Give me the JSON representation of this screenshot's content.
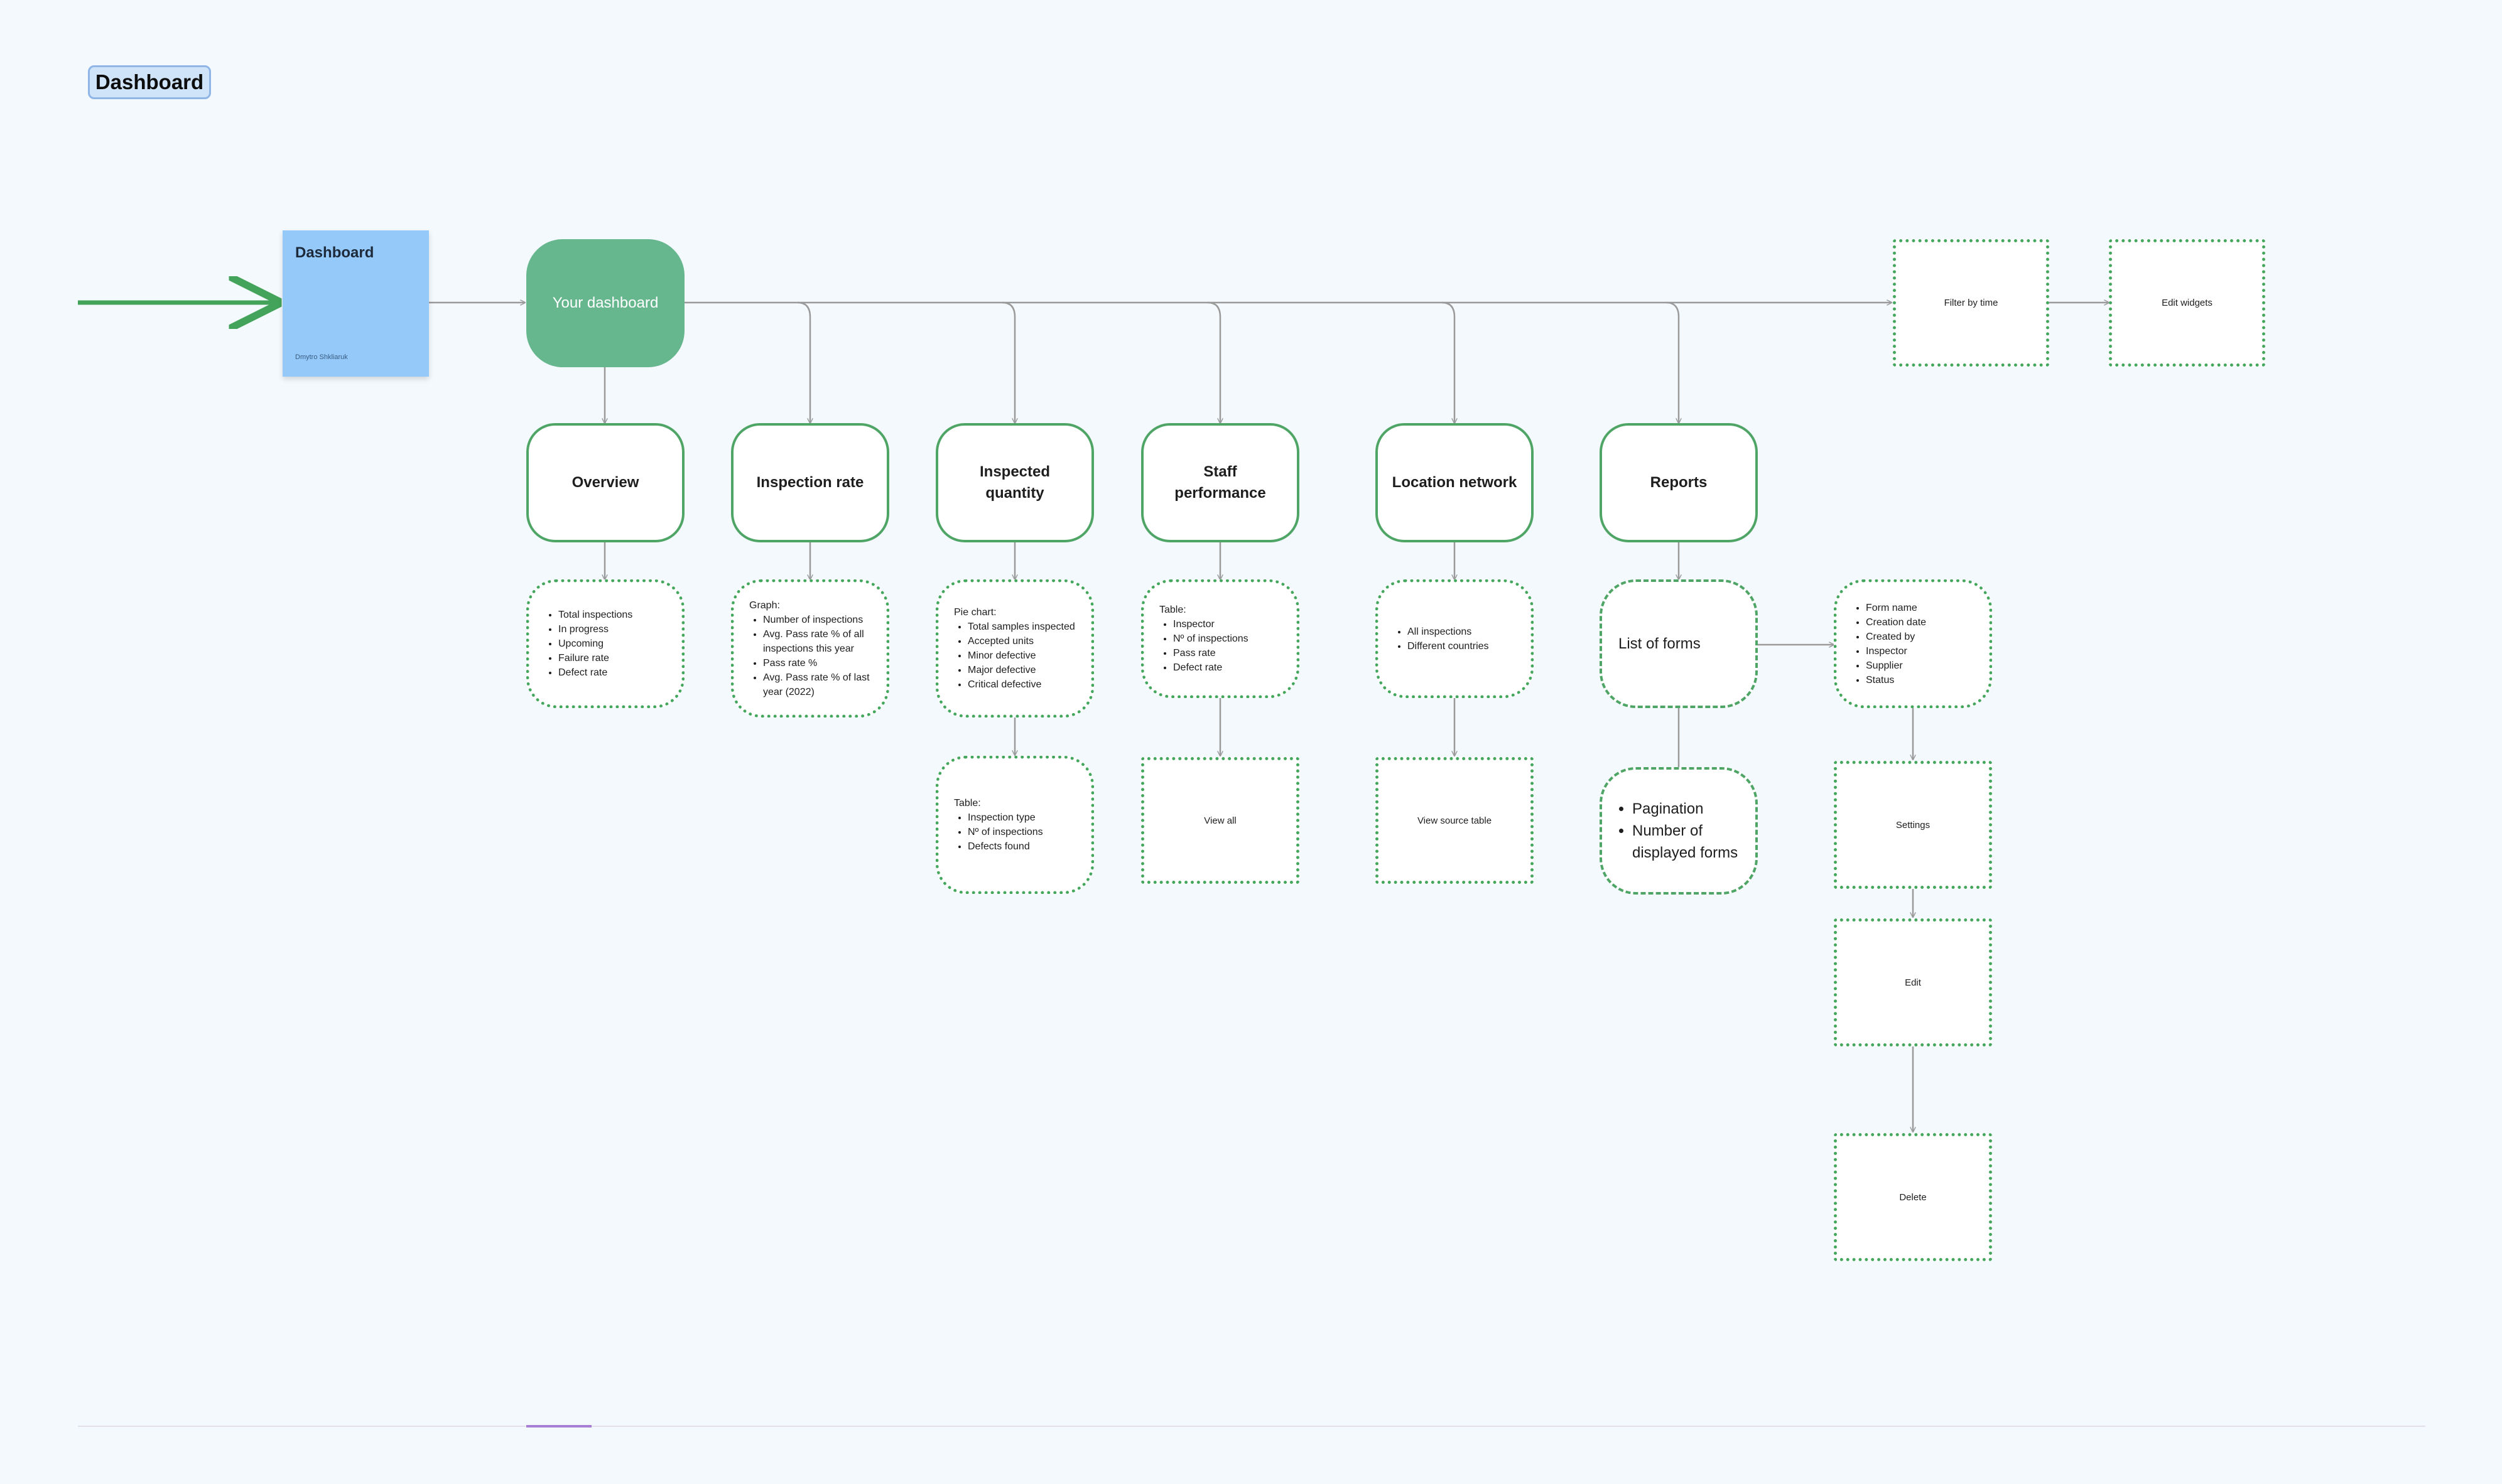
{
  "section_label": "Dashboard",
  "sticky_note": {
    "title": "Dashboard",
    "author": "Dmytro Shkliaruk"
  },
  "hub": "Your dashboard",
  "categories": {
    "overview": {
      "lines": [
        "Overview"
      ]
    },
    "inspection_rate": {
      "lines": [
        "Inspection rate"
      ]
    },
    "inspected_quantity": {
      "lines": [
        "Inspected",
        "quantity"
      ]
    },
    "staff_performance": {
      "lines": [
        "Staff",
        "performance"
      ]
    },
    "location_network": {
      "lines": [
        "Location network"
      ]
    },
    "reports": {
      "lines": [
        "Reports"
      ]
    }
  },
  "details": {
    "overview": {
      "lead": "",
      "items": [
        "Total inspections",
        "In progress",
        "Upcoming",
        "Failure rate",
        "Defect rate"
      ]
    },
    "inspection_rate": {
      "lead": "Graph:",
      "items": [
        "Number of inspections",
        "Avg. Pass rate % of all inspections this year",
        "Pass rate %",
        "Avg. Pass rate % of last year (2022)"
      ]
    },
    "inspected_quantity": {
      "lead": "Pie chart:",
      "items": [
        "Total samples inspected",
        "Accepted units",
        "Minor defective",
        "Major defective",
        "Critical defective"
      ]
    },
    "inspected_quantity_table": {
      "lead": "Table:",
      "items": [
        "Inspection type",
        "Nº of inspections",
        "Defects found"
      ]
    },
    "staff_performance": {
      "lead": "Table:",
      "items": [
        "Inspector",
        "Nº of inspections",
        "Pass rate",
        "Defect rate"
      ]
    },
    "location_network": {
      "lead": "",
      "items": [
        "All inspections",
        "Different countries"
      ]
    },
    "form_fields": {
      "lead": "",
      "items": [
        "Form name",
        "Creation date",
        "Created by",
        "Inspector",
        "Supplier",
        "Status"
      ]
    }
  },
  "reports_nodes": {
    "list_of_forms": "List of forms",
    "pagination": {
      "items": [
        "Pagination",
        "Number of displayed forms"
      ]
    }
  },
  "actions": {
    "filter_by_time": "Filter by time",
    "edit_widgets": "Edit widgets",
    "view_all": "View all",
    "view_source_table": "View source table",
    "settings": "Settings",
    "edit": "Edit",
    "delete": "Delete"
  },
  "colors": {
    "background": "#f4f9fd",
    "hub_fill": "#66b68e",
    "node_border": "#4fa566",
    "sticky_fill": "#94c9fa",
    "connector": "#9a9a9a",
    "entry_arrow": "#43a35a"
  }
}
